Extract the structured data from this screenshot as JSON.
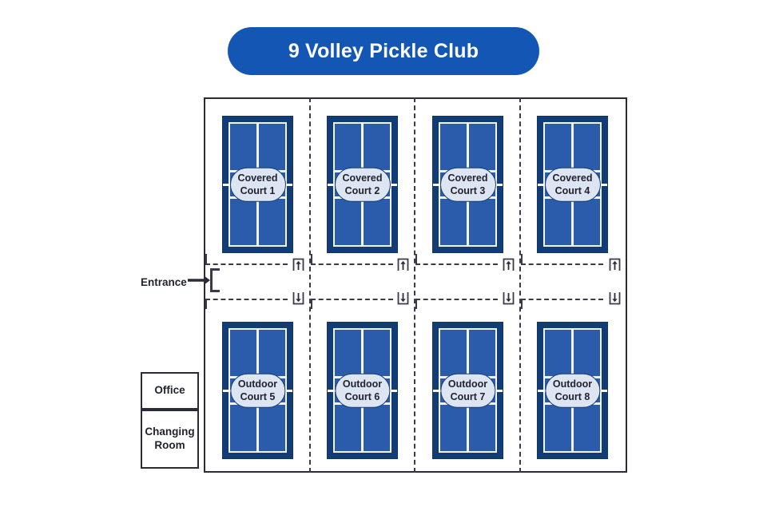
{
  "header": {
    "title": "9 Volley Pickle Club",
    "banner_color": "#1356b4",
    "banner_text_color": "#ffffff"
  },
  "facility": {
    "border_color": "#2b2b38",
    "divider_color": "#3a3a4a",
    "background": "#ffffff"
  },
  "colors": {
    "court_surface": "#2b5cab",
    "court_border": "#123c75",
    "court_line": "#f2f5fb",
    "label_fill": "#dde4f2",
    "label_border": "#123c75",
    "label_text": "#21242e",
    "ink": "#2b2b38"
  },
  "entrance": {
    "label": "Entrance",
    "icon": "arrow-right-icon"
  },
  "rooms": [
    {
      "id": "office",
      "label": "Office"
    },
    {
      "id": "changing-room",
      "label": "Changing Room",
      "line1": "Changing",
      "line2": "Room"
    }
  ],
  "courts": {
    "covered": [
      {
        "id": "covered-court-1",
        "line1": "Covered",
        "line2": "Court 1",
        "type": "Covered",
        "number": 1
      },
      {
        "id": "covered-court-2",
        "line1": "Covered",
        "line2": "Court 2",
        "type": "Covered",
        "number": 2
      },
      {
        "id": "covered-court-3",
        "line1": "Covered",
        "line2": "Court 3",
        "type": "Covered",
        "number": 3
      },
      {
        "id": "covered-court-4",
        "line1": "Covered",
        "line2": "Court 4",
        "type": "Covered",
        "number": 4
      }
    ],
    "outdoor": [
      {
        "id": "outdoor-court-5",
        "line1": "Outdoor",
        "line2": "Court 5",
        "type": "Outdoor",
        "number": 5
      },
      {
        "id": "outdoor-court-6",
        "line1": "Outdoor",
        "line2": "Court 6",
        "type": "Outdoor",
        "number": 6
      },
      {
        "id": "outdoor-court-7",
        "line1": "Outdoor",
        "line2": "Court 7",
        "type": "Outdoor",
        "number": 7
      },
      {
        "id": "outdoor-court-8",
        "line1": "Outdoor",
        "line2": "Court 8",
        "type": "Outdoor",
        "number": 8
      }
    ]
  },
  "gates": {
    "upper_row_icon": "arrow-up-gate-icon",
    "lower_row_icon": "arrow-down-gate-icon",
    "upper_count": 4,
    "lower_count": 4
  }
}
